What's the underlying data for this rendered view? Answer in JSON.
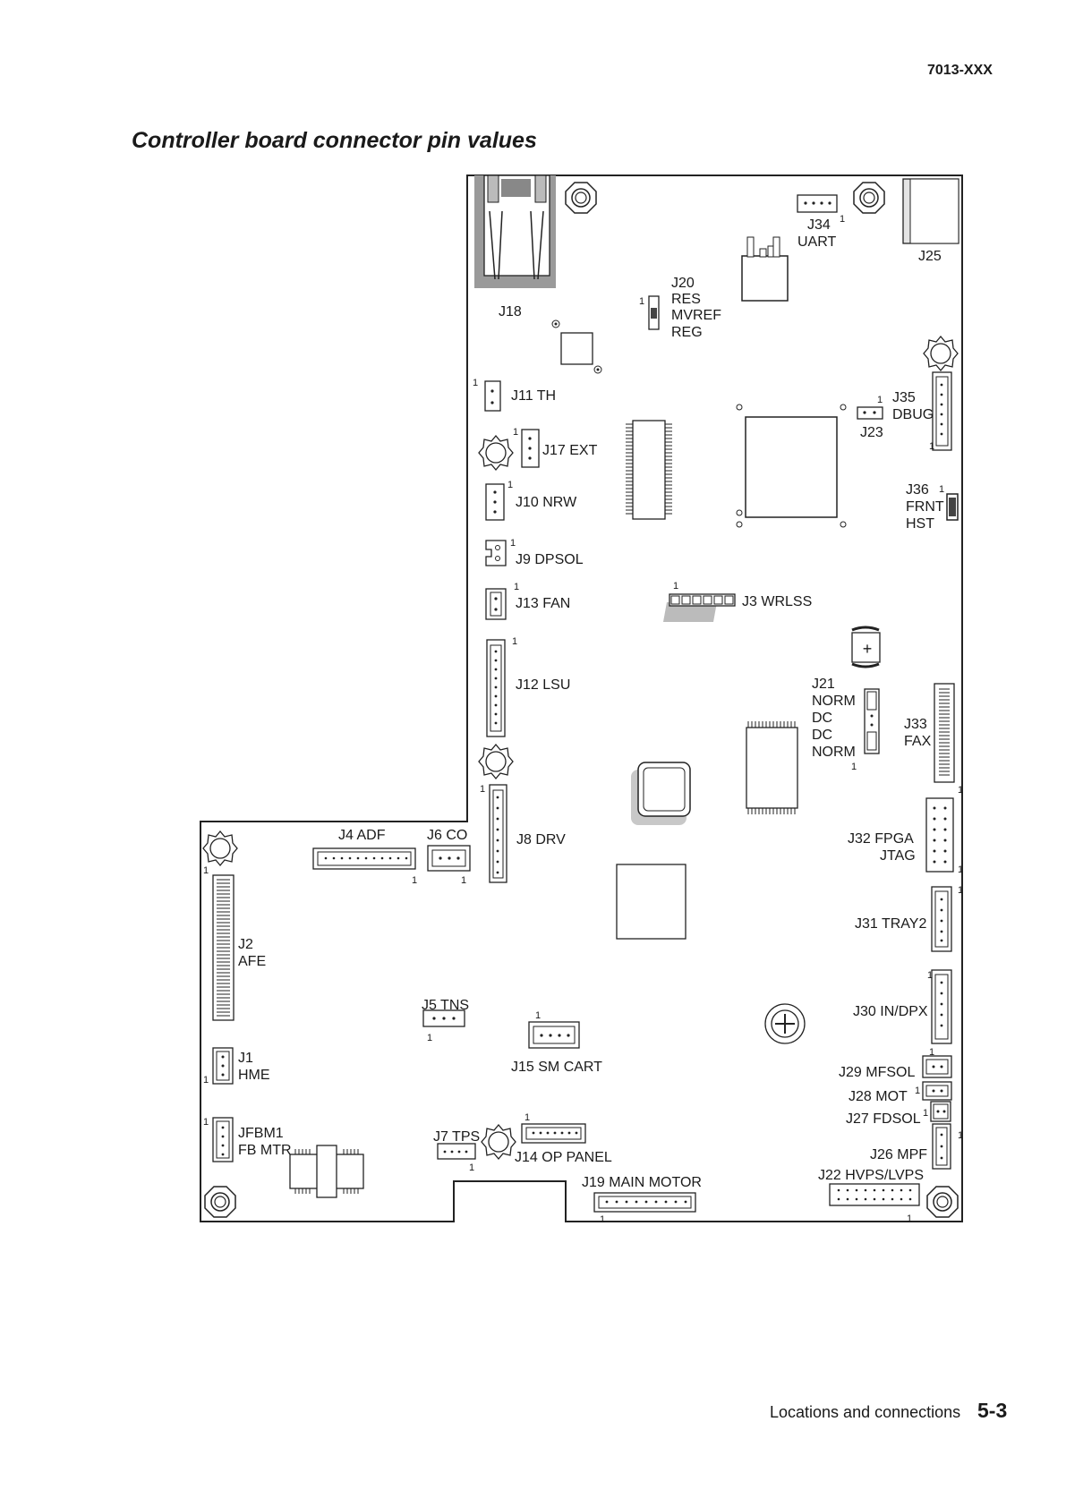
{
  "header": {
    "model": "7013-XXX"
  },
  "title": "Controller board connector pin values",
  "footer": {
    "section": "Locations and connections",
    "page": "5-3"
  },
  "labels": {
    "j18": "J18",
    "j20": [
      "J20",
      "RES",
      "MVREF",
      "REG"
    ],
    "j34": [
      "J34",
      "UART"
    ],
    "j25": "J25",
    "j11": "J11  TH",
    "j17": "J17  EXT",
    "j10": "J10  NRW",
    "j9": "J9  DPSOL",
    "j13": "J13  FAN",
    "j3": "J3  WRLSS",
    "j12": "J12  LSU",
    "j8": "J8  DRV",
    "j35": [
      "J35",
      "DBUG"
    ],
    "j23": "J23",
    "j36": [
      "J36",
      "FRNT",
      "HST"
    ],
    "j21": [
      "J21",
      "NORM",
      "DC",
      "DC",
      "NORM"
    ],
    "j33": [
      "J33",
      "FAX"
    ],
    "j32": [
      "J32  FPGA",
      "JTAG"
    ],
    "j31": "J31  TRAY2",
    "j30": "J30  IN/DPX",
    "j29": "J29  MFSOL",
    "j28": "J28  MOT",
    "j27": "J27  FDSOL",
    "j26": "J26  MPF",
    "j22": "J22  HVPS/LVPS",
    "j4": "J4  ADF",
    "j6": "J6 CO",
    "j2": [
      "J2",
      "AFE"
    ],
    "j5": "J5 TNS",
    "j15": "J15  SM CART",
    "j1": [
      "J1",
      "HME"
    ],
    "jfbm1": [
      "JFBM1",
      "FB MTR"
    ],
    "j7": "J7 TPS",
    "j14": "J14 OP PANEL",
    "j19": "J19  MAIN MOTOR",
    "pin_one": "1"
  }
}
